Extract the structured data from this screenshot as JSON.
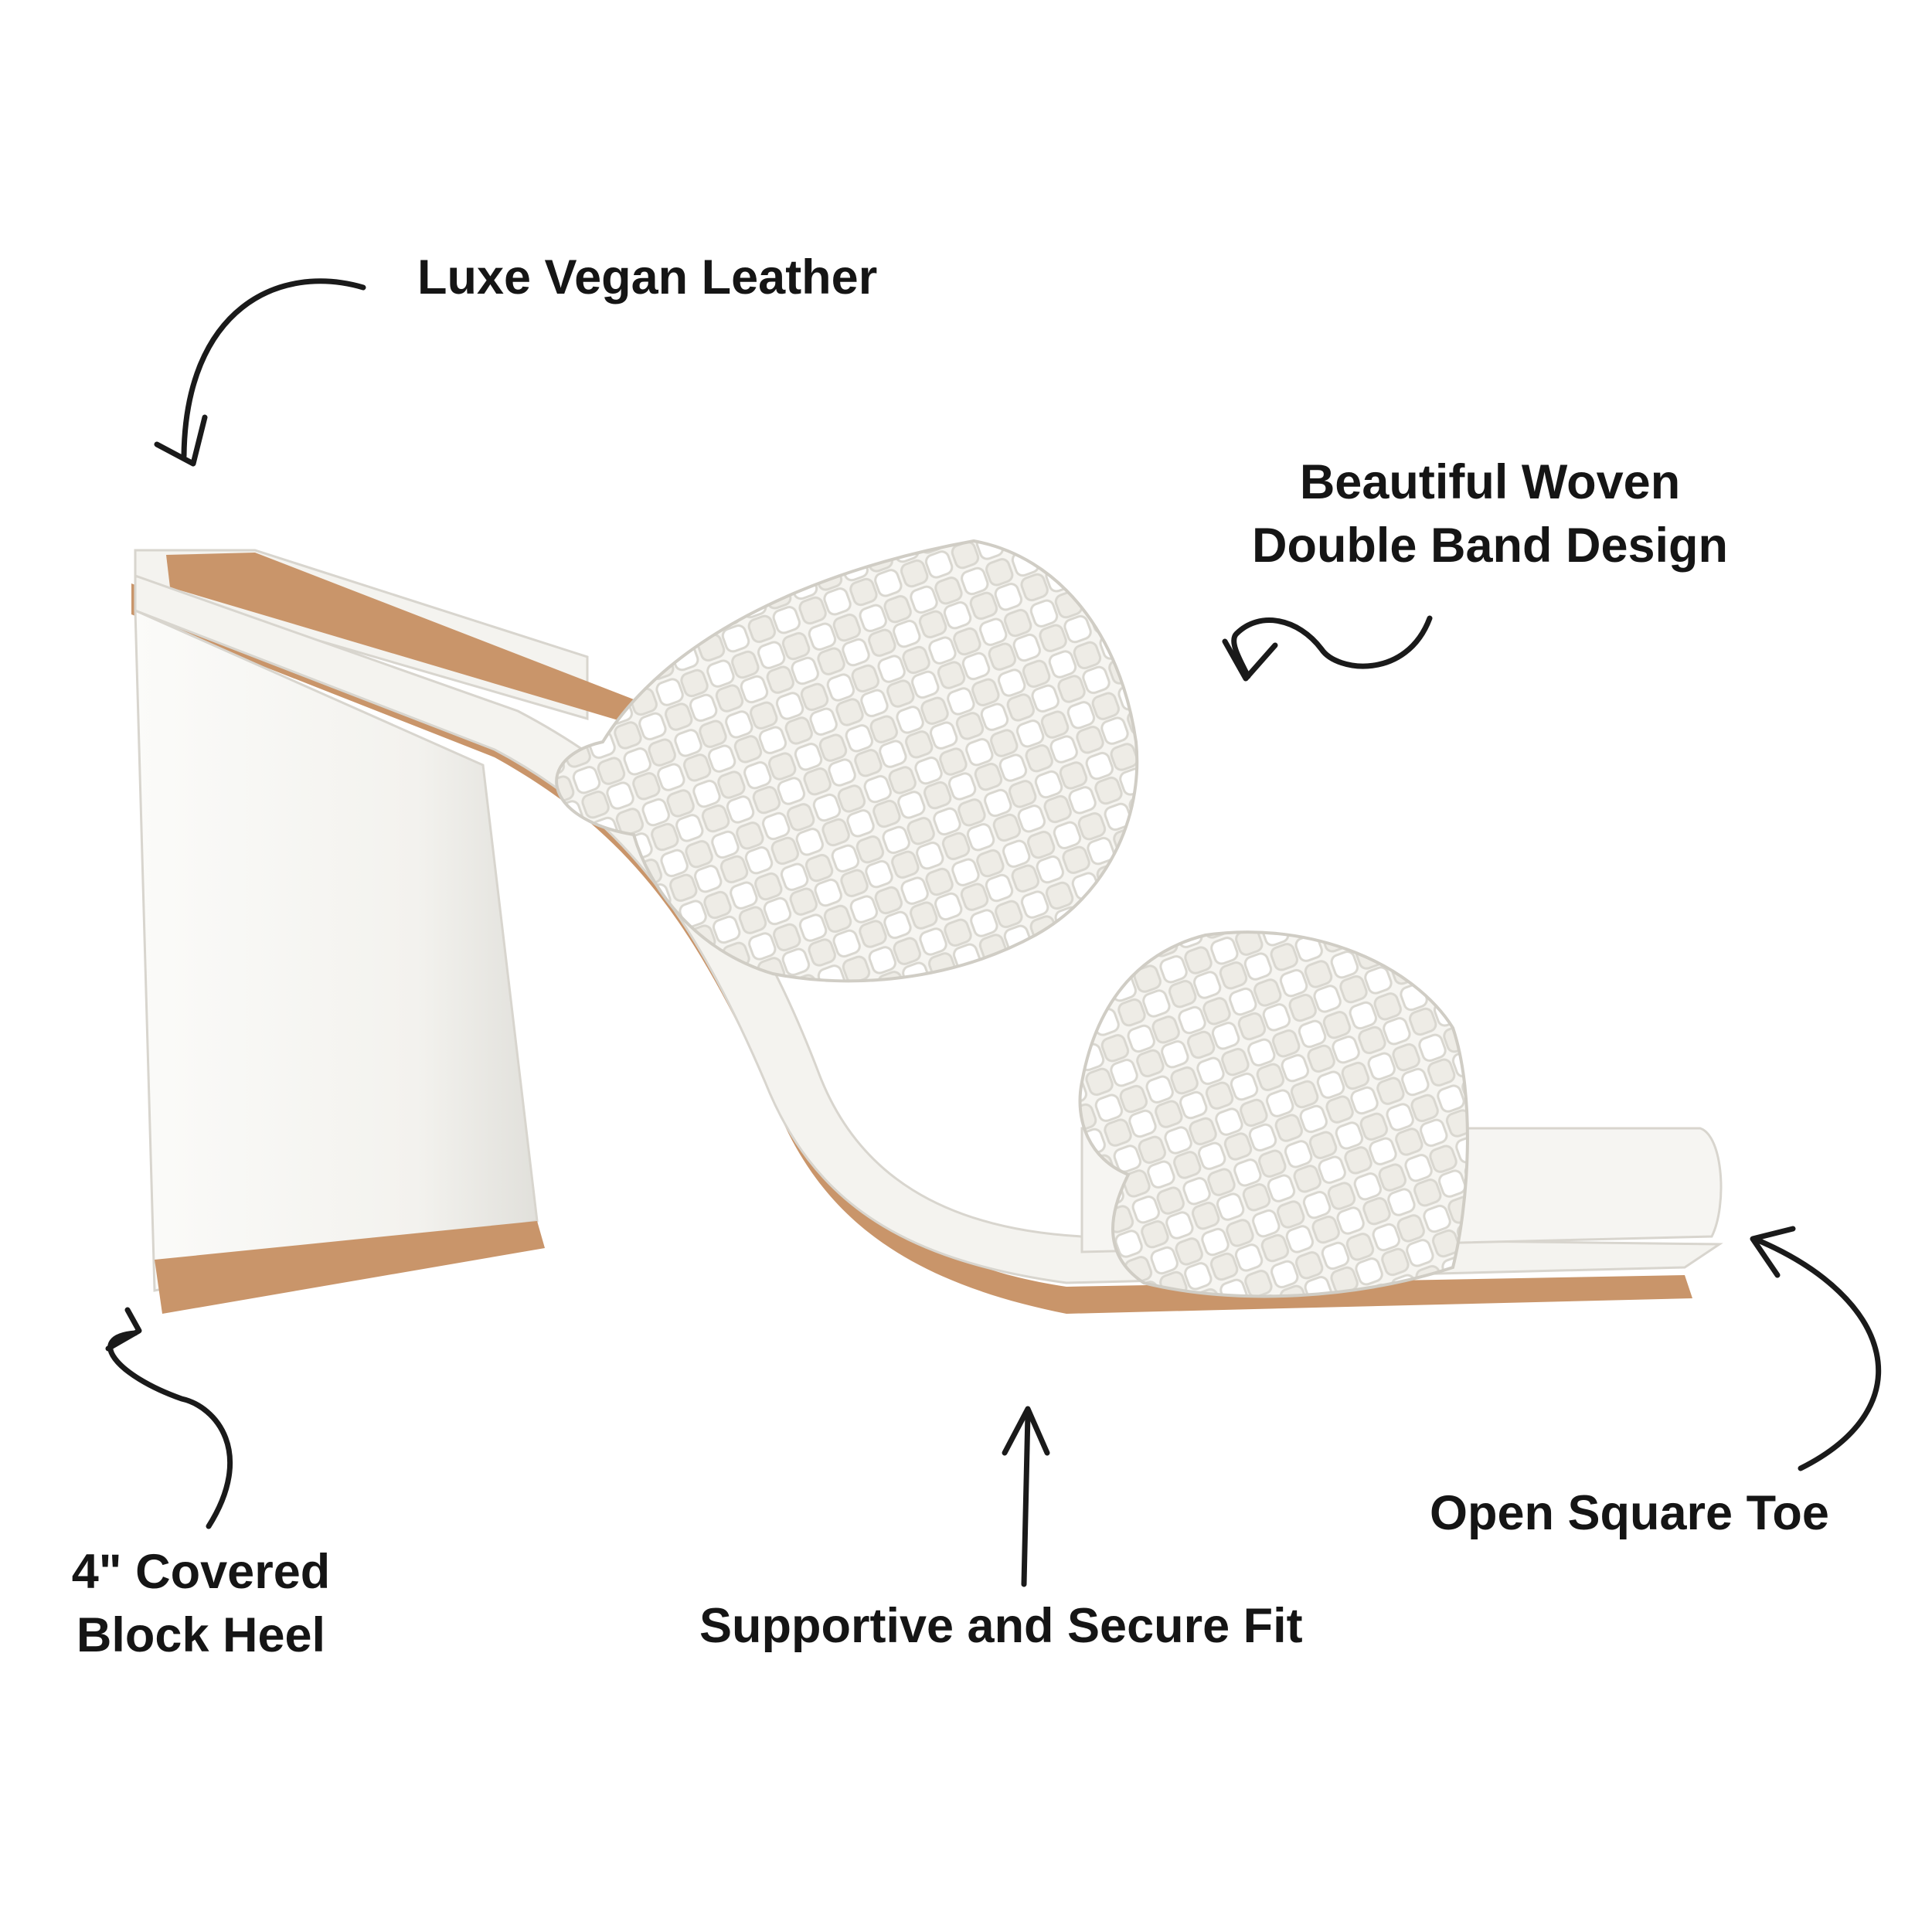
{
  "callouts": {
    "leather": "Luxe Vegan Leather",
    "woven_line1": "Beautiful Woven",
    "woven_line2": "Double Band Design",
    "heel_line1": "4\" Covered",
    "heel_line2": "Block Heel",
    "fit": "Supportive and Secure Fit",
    "toe": "Open Square Toe"
  },
  "colors": {
    "background": "#ffffff",
    "text": "#151515",
    "arrow": "#1a1a1a",
    "shoe_white": "#f4f3ef",
    "sole_tan": "#c9956a"
  },
  "icons": [
    "curved-arrow-icon",
    "wavy-arrow-icon",
    "up-arrow-icon"
  ]
}
